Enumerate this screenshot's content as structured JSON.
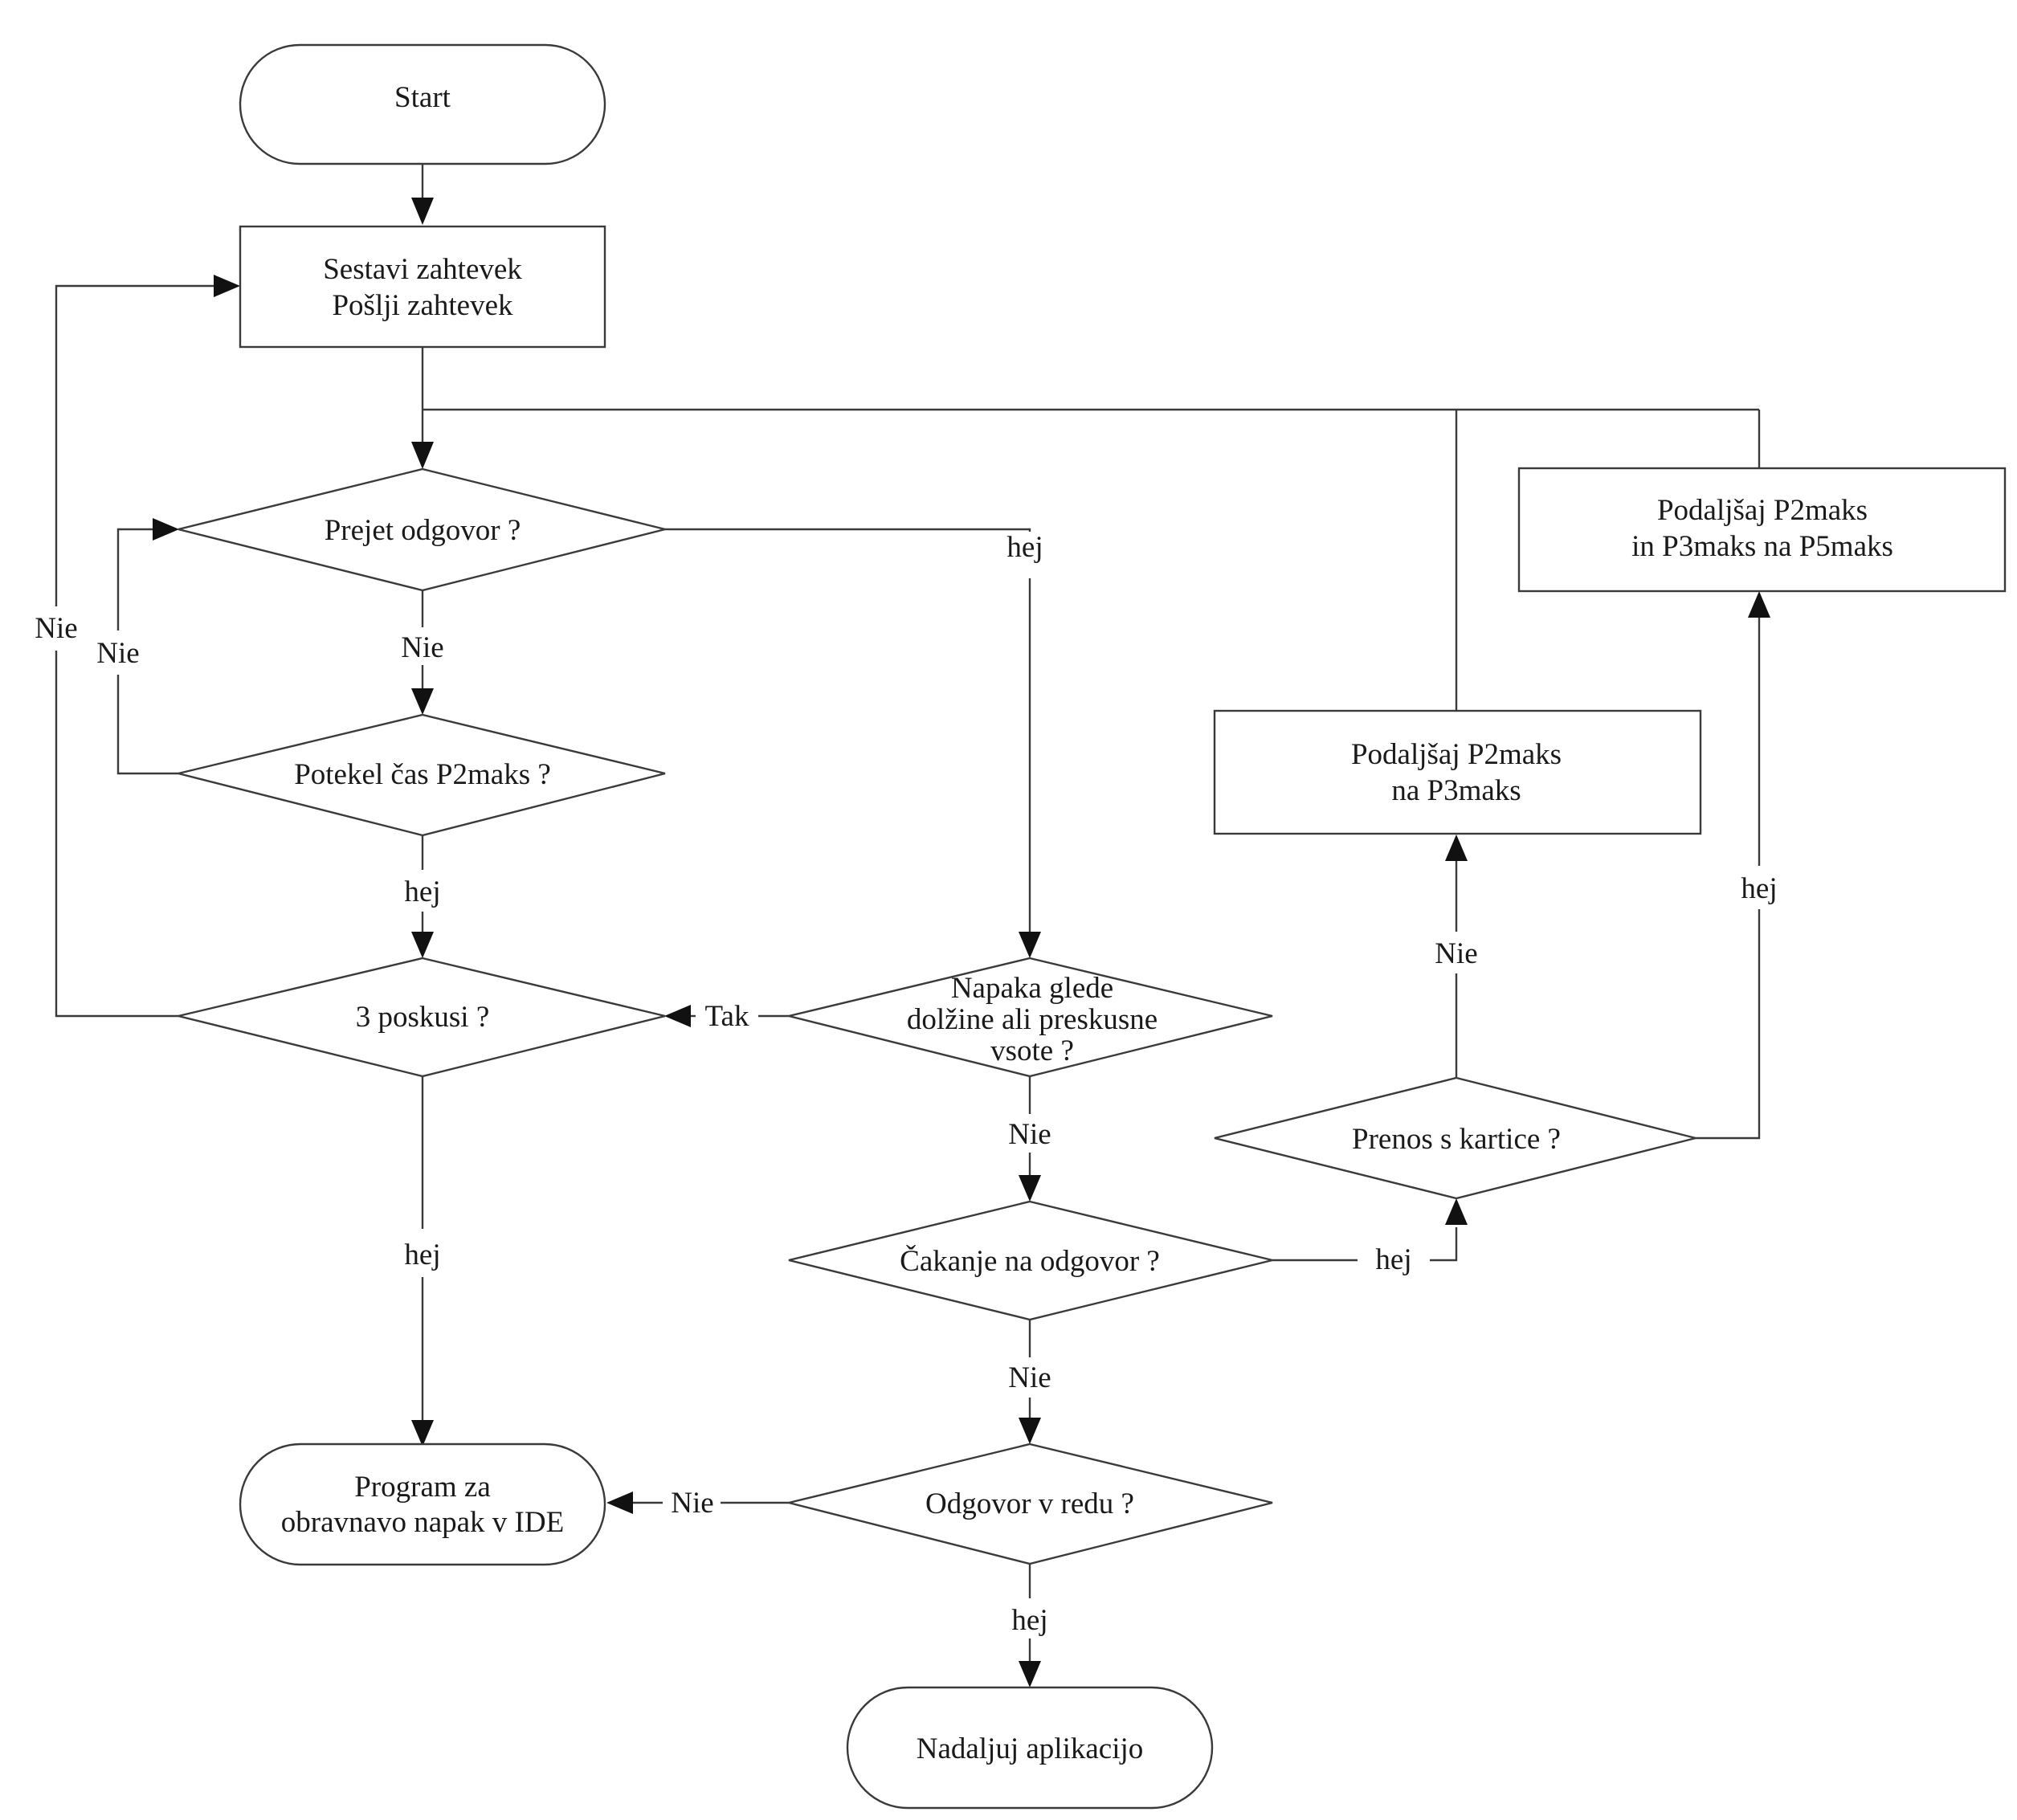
{
  "nodes": {
    "start": {
      "line1": "Start"
    },
    "compose": {
      "line1": "Sestavi zahtevek",
      "line2": "Pošlji zahtevek"
    },
    "received": {
      "line1": "Prejet odgovor ?"
    },
    "timeout": {
      "line1": "Potekel čas P2maks ?"
    },
    "three_tries": {
      "line1": "3 poskusi ?"
    },
    "error_check": {
      "line1": "Napaka glede",
      "line2": "dolžine ali preskusne",
      "line3": "vsote ?"
    },
    "waiting": {
      "line1": "Čakanje na odgovor ?"
    },
    "response_ok": {
      "line1": "Odgovor v redu ?"
    },
    "error_handler": {
      "line1": "Program za",
      "line2": "obravnavo napak v IDE"
    },
    "continue": {
      "line1": "Nadaljuj aplikacijo"
    },
    "card_transfer": {
      "line1": "Prenos s kartice ?"
    },
    "extend_p3": {
      "line1": "Podaljšaj P2maks",
      "line2": "na P3maks"
    },
    "extend_p5": {
      "line1": "Podaljšaj P2maks",
      "line2": "in P3maks na P5maks"
    }
  },
  "edge_labels": {
    "received_no": "Nie",
    "received_yes": "hej",
    "timeout_no": "Nie",
    "timeout_yes": "hej",
    "tries_no": "Nie",
    "tries_yes": "hej",
    "error_yes": "Tak",
    "error_no": "Nie",
    "waiting_yes": "hej",
    "waiting_no": "Nie",
    "ok_no": "Nie",
    "ok_yes": "hej",
    "card_no": "Nie",
    "card_yes": "hej"
  },
  "colors": {
    "line": "#3a3a3a",
    "arrow": "#111111",
    "text": "#1a1a1a",
    "background": "#ffffff"
  }
}
